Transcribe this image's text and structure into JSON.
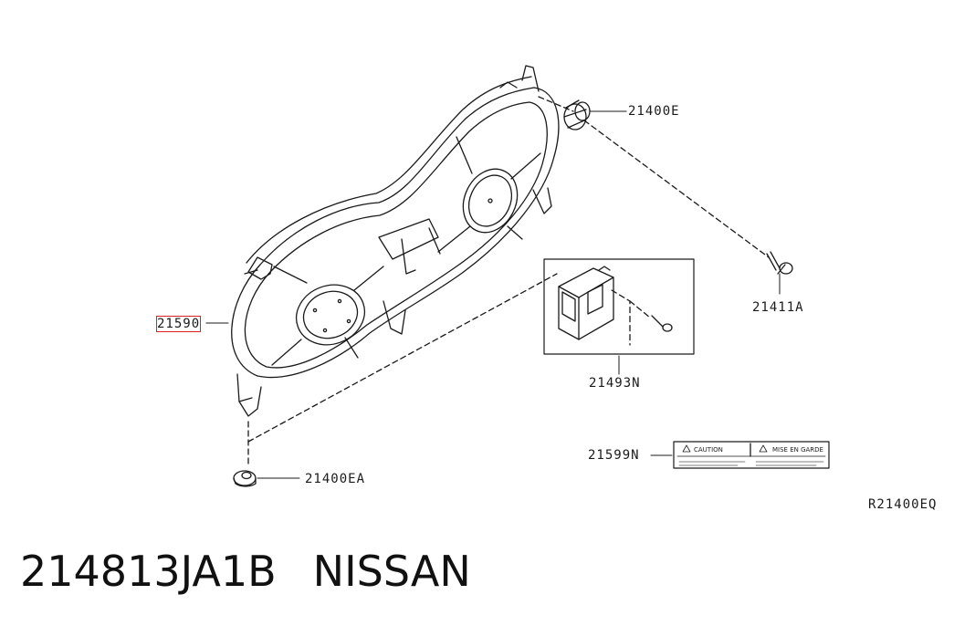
{
  "diagram": {
    "parts": [
      {
        "id": "fan-shroud",
        "label": "21590",
        "highlighted": true
      },
      {
        "id": "upper-mount",
        "label": "21400E"
      },
      {
        "id": "lower-mount",
        "label": "21400EA"
      },
      {
        "id": "bolt",
        "label": "21411A"
      },
      {
        "id": "fan-controller",
        "label": "21493N"
      },
      {
        "id": "caution-label",
        "label": "21599N"
      }
    ],
    "caution_label": {
      "left_header": "CAUTION",
      "right_header": "MISE EN GARDE"
    },
    "drawing_ref": "R21400EQ",
    "highlight_color": "#e02020"
  },
  "caption": {
    "part_number": "214813JA1B",
    "brand": "NISSAN"
  }
}
